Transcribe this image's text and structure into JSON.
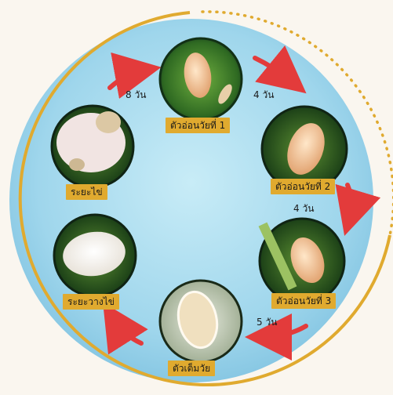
{
  "stages": [
    {
      "id": "nymph1",
      "label": "ตัวอ่อนวัยที่ 1"
    },
    {
      "id": "nymph2",
      "label": "ตัวอ่อนวัยที่ 2"
    },
    {
      "id": "nymph3",
      "label": "ตัวอ่อนวัยที่ 3"
    },
    {
      "id": "adult",
      "label": "ตัวเต็มวัย"
    },
    {
      "id": "egglaying",
      "label": "ระยะวางไข่"
    },
    {
      "id": "egg",
      "label": "ระยะไข่"
    }
  ],
  "durations": {
    "egg_to_nymph1": "8 วัน",
    "nymph1_to_nymph2": "4 วัน",
    "nymph2_to_nymph3": "4 วัน",
    "nymph3_to_adult": "5 วัน"
  },
  "colors": {
    "ring": "#e0aa2f",
    "arrow": "#e33b3b",
    "sky": "#a7dbef",
    "label_bg": "#e0aa2f"
  }
}
